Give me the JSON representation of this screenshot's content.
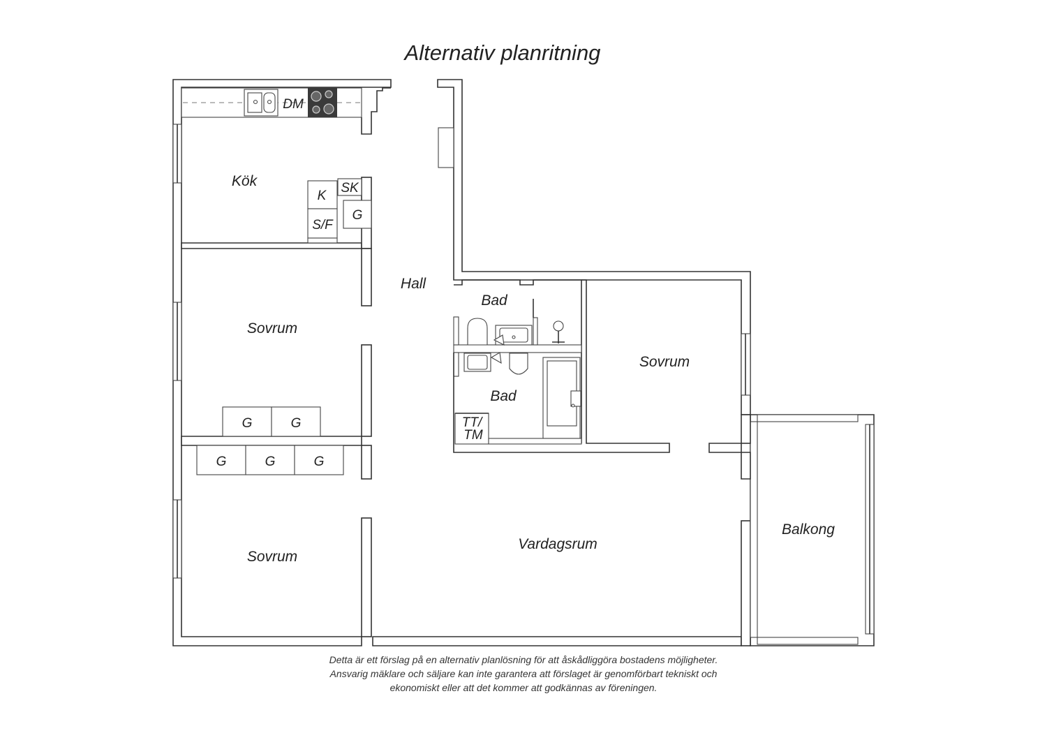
{
  "title": "Alternativ planritning",
  "rooms": {
    "kok": "Kök",
    "hall": "Hall",
    "bad1": "Bad",
    "bad2": "Bad",
    "sovrum1": "Sovrum",
    "sovrum2": "Sovrum",
    "sovrum3": "Sovrum",
    "vardagsrum": "Vardagsrum",
    "balkong": "Balkong"
  },
  "fixtures": {
    "dm": "DM",
    "k": "K",
    "sk": "SK",
    "sf": "S/F",
    "g": "G",
    "tt": "TT/",
    "tm": "TM"
  },
  "disclaimer": [
    "Detta är ett förslag på en alternativ planlösning för att åskådliggöra bostadens möjligheter.",
    "Ansvarig mäklare och säljare kan inte garantera att förslaget är genomförbart tekniskt och",
    "ekonomiskt eller att det kommer att godkännas av föreningen."
  ],
  "colors": {
    "wall": "#333333",
    "stove": "#3a3a3a"
  },
  "icons": [
    "sink-icon",
    "stove-icon",
    "toilet-icon",
    "washbasin-icon",
    "shower-icon",
    "bathtub-icon"
  ]
}
